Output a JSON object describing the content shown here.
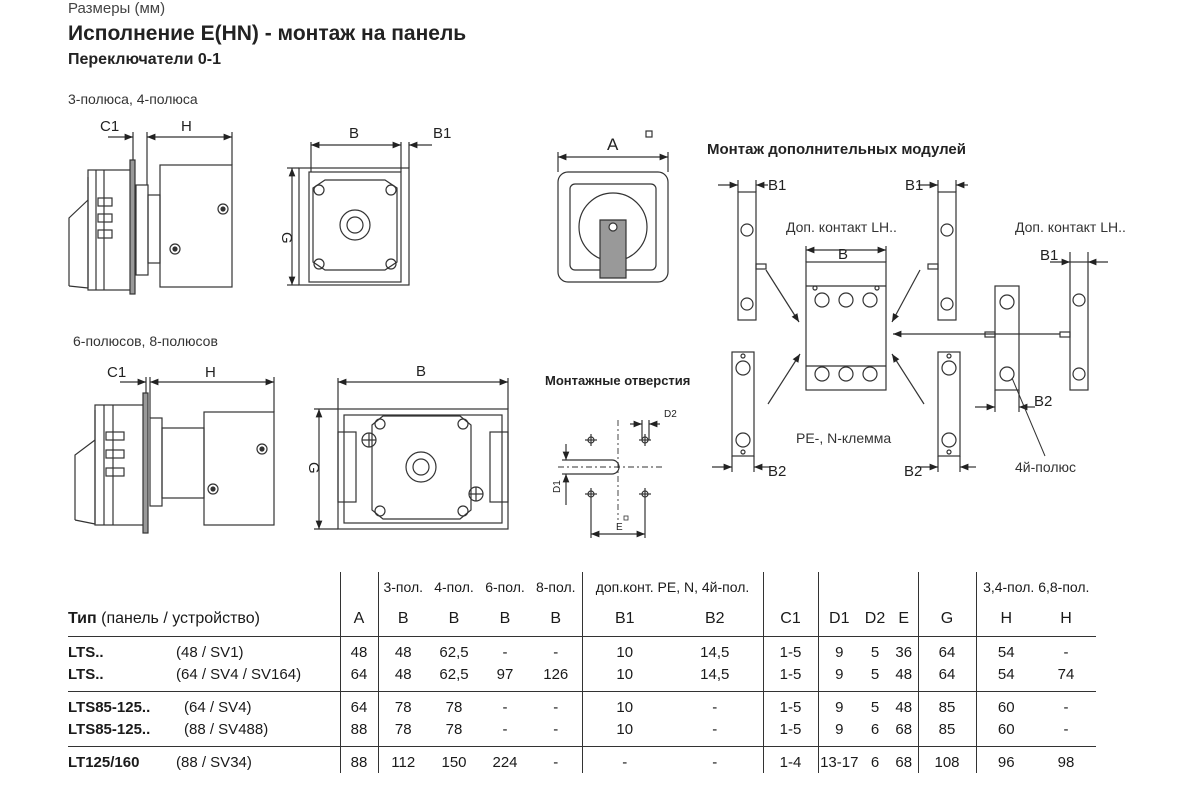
{
  "header": {
    "sizes_label": "Размеры (мм)",
    "title": "Исполнение E(HN) - монтаж на панель",
    "subtitle": "Переключатели 0-1"
  },
  "drawings": {
    "poles_3_4": "3-полюса, 4-полюса",
    "poles_6_8": "6-полюсов, 8-полюсов",
    "mounting_holes": "Монтажные отверстия",
    "aux_modules_title": "Монтаж дополнительных модулей",
    "aux_contact_1": "Доп. контакт LH..",
    "aux_contact_2": "Доп. контакт LH..",
    "pe_n_terminal": "PE-, N-клемма",
    "fourth_pole": "4й-полюс",
    "dims": {
      "c1": "C1",
      "h": "H",
      "b": "B",
      "b1": "B1",
      "b2": "B2",
      "g": "G",
      "a": "A",
      "d1": "D1",
      "d2": "D2",
      "e": "E"
    }
  },
  "table": {
    "group_headers": {
      "pol3": "3-пол.",
      "pol4": "4-пол.",
      "pol6": "6-пол.",
      "pol8": "8-пол.",
      "aux": "доп.конт. PE, N, 4й-пол.",
      "h_group": "3,4-пол. 6,8-пол."
    },
    "type_label_bold": "Тип",
    "type_label_rest": " (панель / устройство)",
    "columns": [
      "A",
      "B",
      "B",
      "B",
      "B",
      "B1",
      "B2",
      "C1",
      "D1",
      "D2",
      "E",
      "G",
      "H",
      "H"
    ],
    "rows": [
      {
        "type": "LTS..",
        "mount": "(48 / SV1)",
        "vals": [
          "48",
          "48",
          "62,5",
          "-",
          "-",
          "10",
          "14,5",
          "1-5",
          "9",
          "5",
          "36",
          "64",
          "54",
          "-"
        ]
      },
      {
        "type": "LTS..",
        "mount": "(64 / SV4 / SV164)",
        "vals": [
          "64",
          "48",
          "62,5",
          "97",
          "126",
          "10",
          "14,5",
          "1-5",
          "9",
          "5",
          "48",
          "64",
          "54",
          "74"
        ]
      },
      {
        "type": "LTS85-125..",
        "mount": "(64 / SV4)",
        "vals": [
          "64",
          "78",
          "78",
          "-",
          "-",
          "10",
          "-",
          "1-5",
          "9",
          "5",
          "48",
          "85",
          "60",
          "-"
        ]
      },
      {
        "type": "LTS85-125..",
        "mount": "(88 / SV488)",
        "vals": [
          "88",
          "78",
          "78",
          "-",
          "-",
          "10",
          "-",
          "1-5",
          "9",
          "6",
          "68",
          "85",
          "60",
          "-"
        ]
      },
      {
        "type": "LT125/160",
        "mount": "(88 / SV34)",
        "vals": [
          "88",
          "112",
          "150",
          "224",
          "-",
          "-",
          "-",
          "1-4",
          "13-17",
          "6",
          "68",
          "108",
          "96",
          "98"
        ]
      }
    ]
  }
}
